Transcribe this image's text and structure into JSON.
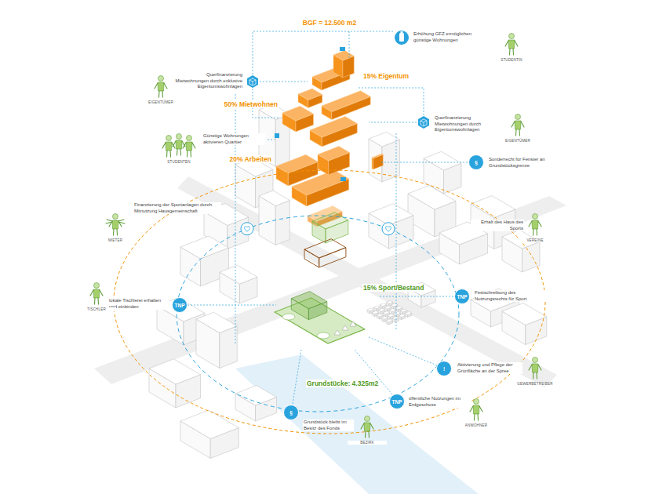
{
  "diagram": {
    "nodes": [
      {
        "text": [
          "§"
        ]
      },
      {
        "text": [
          "TNP"
        ]
      },
      {
        "text": [
          "TNP"
        ]
      },
      {
        "text": [
          "!"
        ]
      },
      {
        "text": [
          "TNP"
        ]
      },
      {
        "text": [
          "§"
        ]
      }
    ],
    "labels": [
      "BGF = 12.500 m2",
      "Erhöhung GFZ ermöglichen günstige Wohnungen",
      "STUDENTIN",
      "Querfinanzierung Mietwohnungen durch exklusive Eigentumswohnlagen",
      "EIGENTÜMER",
      "15% Eigentum",
      "50% Mietwohnen",
      "Querfinanzierung Mietwohnungen durch Eigentumswohnlagen",
      "EIGENTÜMER",
      "Günstige Wohnungen aktivieren Quartier",
      "STUDENTEN",
      "20% Arbeiten",
      "Sonderrecht für Fenster an Grundstücksgrenze",
      "Finanzierung der Sportanlagen durch Mitnutzung Hausgemeinschaft",
      "MIETER",
      "Erhalt des Haus des Sports",
      "VEREINE",
      "15% Sport/Bestand",
      "Festschreibung des Nutzungsrechts für Sport",
      "lokale Tischlerei erhalten und einbinden",
      "TISCHLER",
      "Aktivierung und Pflege der Grünfläche an der Spree",
      "GEWERBETREIBER",
      "Grundstücke: 4.325m2",
      "öffentliche Nutzungen im Erdgeschoss",
      "ANWOHNER",
      "Grundstück bleibt im Besitz des Fonds",
      "BEZIRK"
    ]
  }
}
